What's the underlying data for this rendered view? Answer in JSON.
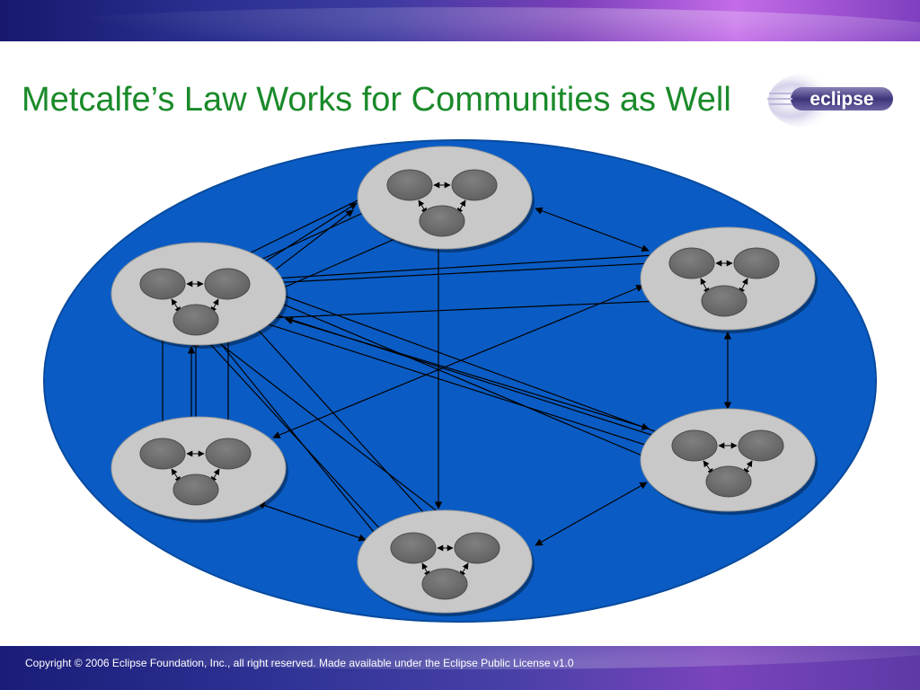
{
  "slide": {
    "title": "Metcalfe’s Law Works for Communities as Well",
    "footer": "Copyright © 2006 Eclipse Foundation, Inc., all right reserved. Made available under the Eclipse Public License v1.0"
  },
  "logo": {
    "text": "eclipse",
    "icon": "eclipse-logo"
  },
  "colors": {
    "title": "#1a8a2a",
    "network_fill": "#0a5cc4",
    "community_fill": "#c8c8c8",
    "member_fill": "#6f6f6f",
    "arrow": "#000000"
  },
  "diagram": {
    "communities": [
      {
        "id": "top"
      },
      {
        "id": "upper-left"
      },
      {
        "id": "upper-right"
      },
      {
        "id": "lower-left"
      },
      {
        "id": "lower-right"
      },
      {
        "id": "bottom"
      }
    ],
    "members_per_community": 3
  }
}
